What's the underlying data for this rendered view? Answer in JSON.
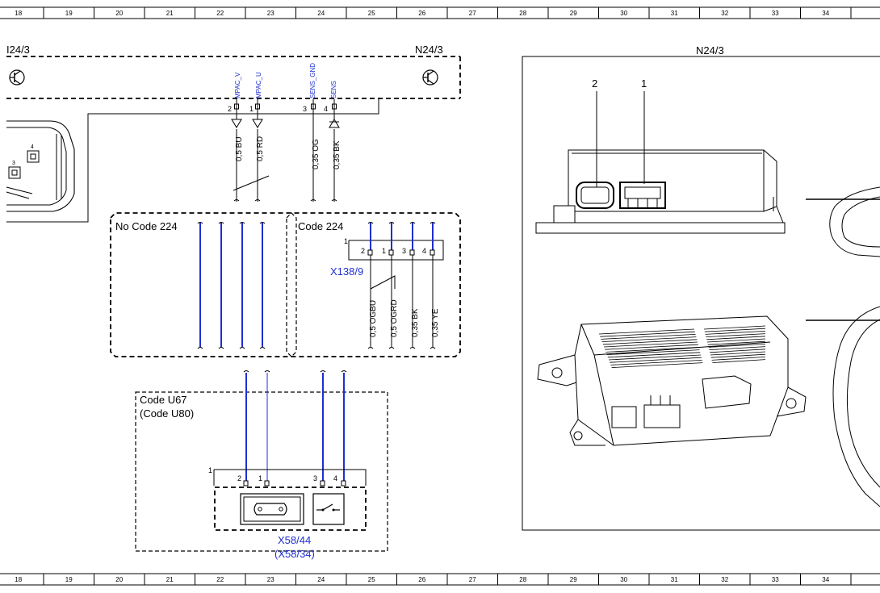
{
  "ruler": {
    "columns": [
      "18",
      "19",
      "20",
      "21",
      "22",
      "23",
      "24",
      "25",
      "26",
      "27",
      "28",
      "29",
      "30",
      "31",
      "32",
      "33",
      "34"
    ]
  },
  "module": {
    "name_left": "I24/3",
    "name_right": "N24/3"
  },
  "pins": [
    {
      "number": "2",
      "signal": "MPAC_V"
    },
    {
      "number": "1",
      "signal": "MPAC_U"
    },
    {
      "number": "3",
      "signal": "SENS_GND"
    },
    {
      "number": "4",
      "signal": "SENS"
    }
  ],
  "wires_top": [
    "0,5 BU",
    "0,5 RD",
    "0,35 OG",
    "0,35 BK"
  ],
  "variant_box": {
    "left_label": "No  Code 224",
    "right_label": "Code 224"
  },
  "x138": {
    "name": "X138/9",
    "marker": "1",
    "pins": [
      "2",
      "1",
      "3",
      "4"
    ],
    "wires": [
      "0,5 OGBU",
      "0,5 OGRD",
      "0,35 BK",
      "0,35 YE"
    ]
  },
  "u67": {
    "code_line1": "Code U67",
    "code_line2": "(Code U80)"
  },
  "x58": {
    "marker": "1",
    "pins": [
      "2",
      "1",
      "3",
      "4"
    ],
    "name_line1": "X58/44",
    "name_line2": "(X58/34)"
  },
  "photo": {
    "title": "N24/3",
    "callout_2": "2",
    "callout_1": "1"
  },
  "colors": {
    "wire_blue": "#1f2fd0",
    "line_black": "#000000"
  }
}
